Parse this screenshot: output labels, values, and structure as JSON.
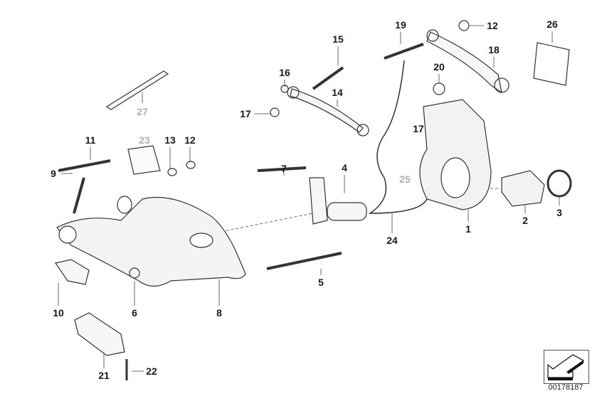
{
  "diagram": {
    "labels": [
      {
        "id": "19",
        "text": "19",
        "muted": false
      },
      {
        "id": "12a",
        "text": "12",
        "muted": false
      },
      {
        "id": "26",
        "text": "26",
        "muted": false
      },
      {
        "id": "15",
        "text": "15",
        "muted": false
      },
      {
        "id": "18",
        "text": "18",
        "muted": false
      },
      {
        "id": "16",
        "text": "16",
        "muted": false
      },
      {
        "id": "20",
        "text": "20",
        "muted": false
      },
      {
        "id": "14",
        "text": "14",
        "muted": false
      },
      {
        "id": "17a",
        "text": "17",
        "muted": false
      },
      {
        "id": "17b",
        "text": "17",
        "muted": false
      },
      {
        "id": "27",
        "text": "27",
        "muted": true
      },
      {
        "id": "11",
        "text": "11",
        "muted": false
      },
      {
        "id": "23",
        "text": "23",
        "muted": true
      },
      {
        "id": "13",
        "text": "13",
        "muted": false
      },
      {
        "id": "12b",
        "text": "12",
        "muted": false
      },
      {
        "id": "7",
        "text": "7",
        "muted": false
      },
      {
        "id": "4",
        "text": "4",
        "muted": false
      },
      {
        "id": "25",
        "text": "25",
        "muted": true
      },
      {
        "id": "9",
        "text": "9",
        "muted": false
      },
      {
        "id": "2",
        "text": "2",
        "muted": false
      },
      {
        "id": "3",
        "text": "3",
        "muted": false
      },
      {
        "id": "1",
        "text": "1",
        "muted": false
      },
      {
        "id": "24",
        "text": "24",
        "muted": false
      },
      {
        "id": "5",
        "text": "5",
        "muted": false
      },
      {
        "id": "10",
        "text": "10",
        "muted": false
      },
      {
        "id": "6",
        "text": "6",
        "muted": false
      },
      {
        "id": "8",
        "text": "8",
        "muted": false
      },
      {
        "id": "21",
        "text": "21",
        "muted": false
      },
      {
        "id": "22",
        "text": "22",
        "muted": false
      }
    ],
    "diagram_code": "00178187",
    "colors": {
      "label": "#1a1a1a",
      "muted_label": "#b0b0b0",
      "line": "#333333"
    }
  }
}
